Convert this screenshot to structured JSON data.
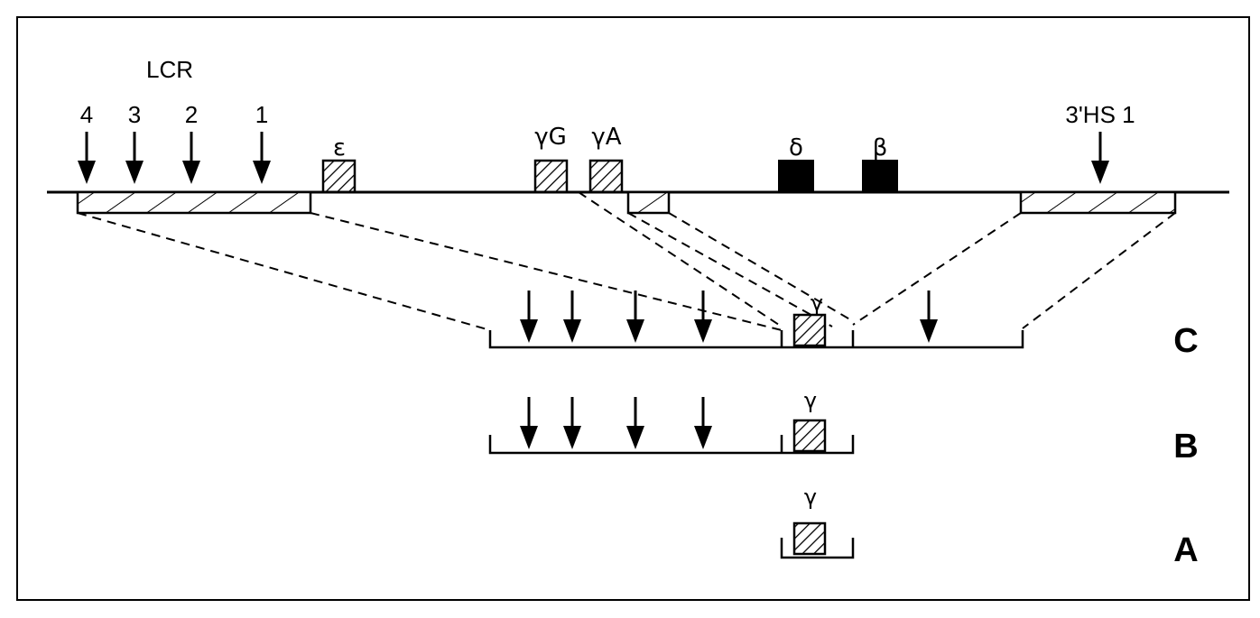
{
  "locus": {
    "lcr_label": "LCR",
    "hs_sites": [
      "4",
      "3",
      "2",
      "1"
    ],
    "genes": {
      "epsilon": "ε",
      "gamma_g": "γG",
      "gamma_a": "γA",
      "delta": "δ",
      "beta": "β"
    },
    "three_prime_hs_label": "3'HS 1"
  },
  "constructs": [
    {
      "label": "C",
      "gene": "γ"
    },
    {
      "label": "B",
      "gene": "γ"
    },
    {
      "label": "A",
      "gene": "γ"
    }
  ]
}
